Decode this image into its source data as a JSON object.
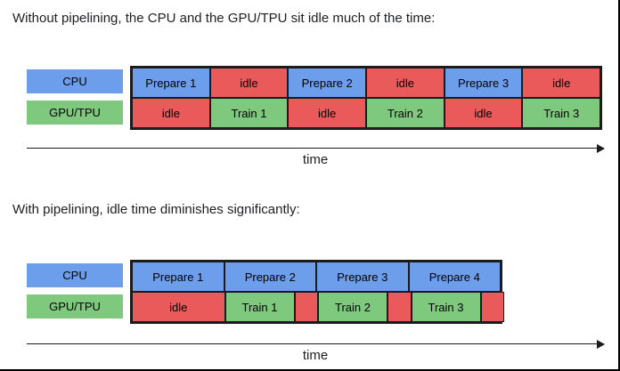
{
  "colors": {
    "cpu_blue": "#6d9eeb",
    "idle_red": "#ea5a5a",
    "gpu_green": "#7fc97f",
    "border": "#1b1b1b",
    "text": "#202124"
  },
  "section_without": {
    "caption": "Without pipelining, the CPU and the GPU/TPU sit idle much of the time:",
    "legend": {
      "cpu_label": "CPU",
      "gpu_label": "GPU/TPU"
    },
    "timeline": {
      "cpu_row": [
        {
          "label": "Prepare 1",
          "kind": "work"
        },
        {
          "label": "idle",
          "kind": "idle"
        },
        {
          "label": "Prepare 2",
          "kind": "work"
        },
        {
          "label": "idle",
          "kind": "idle"
        },
        {
          "label": "Prepare 3",
          "kind": "work"
        },
        {
          "label": "idle",
          "kind": "idle"
        }
      ],
      "gpu_row": [
        {
          "label": "idle",
          "kind": "idle"
        },
        {
          "label": "Train 1",
          "kind": "work"
        },
        {
          "label": "idle",
          "kind": "idle"
        },
        {
          "label": "Train 2",
          "kind": "work"
        },
        {
          "label": "idle",
          "kind": "idle"
        },
        {
          "label": "Train 3",
          "kind": "work"
        }
      ]
    },
    "axis_label": "time"
  },
  "section_with": {
    "caption": "With pipelining, idle time diminishes significantly:",
    "legend": {
      "cpu_label": "CPU",
      "gpu_label": "GPU/TPU"
    },
    "timeline": {
      "cpu_row": [
        {
          "label": "Prepare 1",
          "kind": "work"
        },
        {
          "label": "Prepare 2",
          "kind": "work"
        },
        {
          "label": "Prepare 3",
          "kind": "work"
        },
        {
          "label": "Prepare 4",
          "kind": "work"
        }
      ],
      "gpu_row": [
        {
          "label": "idle",
          "kind": "idle",
          "width": 104.5
        },
        {
          "label": "Train 1",
          "kind": "work",
          "width": 78
        },
        {
          "label": "",
          "kind": "idle",
          "width": 26.5
        },
        {
          "label": "Train 2",
          "kind": "work",
          "width": 78
        },
        {
          "label": "",
          "kind": "idle",
          "width": 26.5
        },
        {
          "label": "Train 3",
          "kind": "work",
          "width": 78
        },
        {
          "label": "",
          "kind": "idle",
          "width": 26.5
        }
      ]
    },
    "axis_label": "time"
  }
}
